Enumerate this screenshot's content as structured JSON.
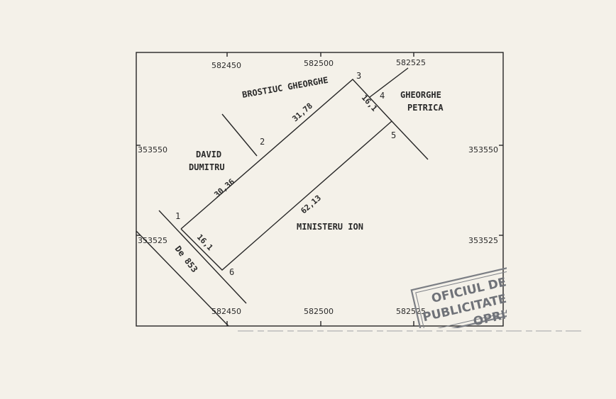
{
  "coordinates": {
    "x_top": [
      "582450",
      "582500",
      "582525"
    ],
    "x_bottom": [
      "582450",
      "582500",
      "582525"
    ],
    "y_left": [
      "353550",
      "353525"
    ],
    "y_right": [
      "353550",
      "353525"
    ]
  },
  "vertices": [
    "1",
    "2",
    "3",
    "4",
    "5",
    "6"
  ],
  "segments": {
    "s1_2": "30,36",
    "s2_3": "31,78",
    "s3_5": "16,1",
    "s5_6": "62,13",
    "s6_1": "16,1"
  },
  "neighbours": {
    "north": "BROSTIUC GHEORGHE",
    "northeast_line1": "GHEORGHE",
    "northeast_line2": "PETRICA",
    "west_line1": "DAVID",
    "west_line2": "DUMITRU",
    "parcel": "MINISTERU ION",
    "road": "De 853"
  },
  "stamp": {
    "line1": "OFICIUL DE",
    "line2": "PUBLICITATE I",
    "line3": "OPRIS"
  }
}
